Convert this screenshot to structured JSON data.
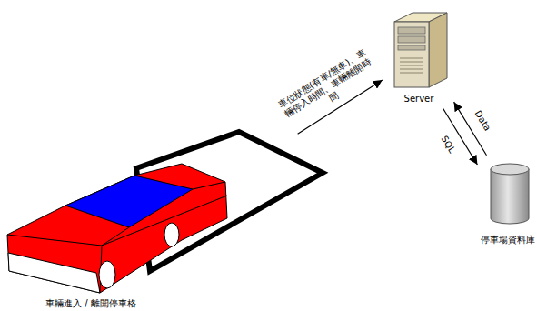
{
  "diagram": {
    "nodes": [
      {
        "text": [
          "車輛進入 / 離開停車格"
        ]
      },
      {
        "text": [
          "Server"
        ]
      },
      {
        "text": [
          "停車場資料庫"
        ]
      }
    ],
    "edges": [
      {
        "from": 0,
        "to": 1,
        "arrow": "to",
        "label": "車位狀態(有車/無車)、車輛停入時間、車輛離開時間"
      },
      {
        "from": 1,
        "to": 2,
        "arrow": "to",
        "label": "SQL"
      },
      {
        "from": 2,
        "to": 1,
        "arrow": "to",
        "label": "Data"
      }
    ]
  }
}
